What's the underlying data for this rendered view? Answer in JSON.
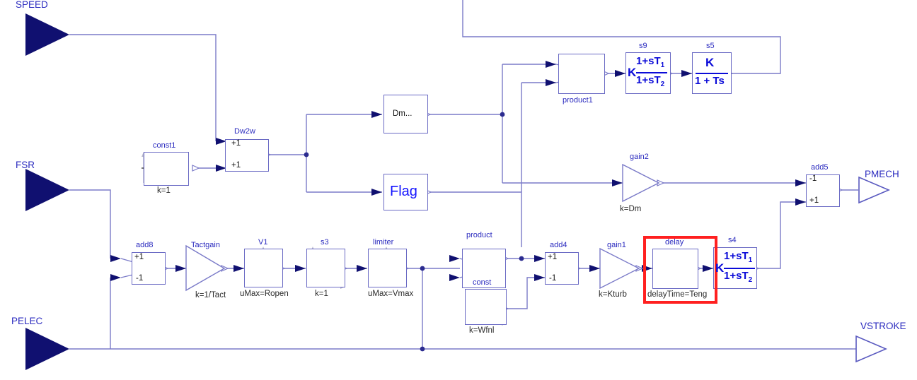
{
  "diagram": {
    "title": "GE gas turbine governor block diagram",
    "colors": {
      "wire": "#7a7ac8",
      "block_border": "#6a6ac4",
      "label_blue": "#2b2bbf",
      "formula_blue": "#0b0bd8",
      "port_fill": "#101070",
      "highlight_red": "#ff2020"
    }
  },
  "inputs": [
    {
      "name": "SPEED",
      "label": "SPEED"
    },
    {
      "name": "FSR",
      "label": "FSR"
    },
    {
      "name": "PELEC",
      "label": "PELEC"
    }
  ],
  "outputs": [
    {
      "name": "PMECH",
      "label": "PMECH"
    },
    {
      "name": "VSTROKE",
      "label": "VSTROKE"
    }
  ],
  "blocks": {
    "const1": {
      "label": "const1",
      "param": "k=1",
      "icon": "constant-icon"
    },
    "dw2w": {
      "label": "Dw2w",
      "sign_top": "+1",
      "sign_bottom": "+1",
      "icon": "add-icon"
    },
    "dm": {
      "label": "Dm...",
      "icon": "subsystem-icon"
    },
    "flag": {
      "label": "Flag",
      "icon": "subsystem-icon"
    },
    "product1": {
      "label": "product1",
      "icon": "multiply-icon"
    },
    "s9": {
      "label": "s9",
      "gain": "K",
      "num": "1+sT",
      "num_sub": "1",
      "den": "1+sT",
      "den_sub": "2",
      "icon": "lead-lag-icon"
    },
    "s5": {
      "label": "s5",
      "num": "K",
      "den": "1 + Ts",
      "icon": "first-order-icon"
    },
    "gain2": {
      "label": "gain2",
      "param": "k=Dm",
      "icon": "gain-triangle-icon"
    },
    "add5": {
      "label": "add5",
      "sign_top": "-1",
      "sign_bottom": "+1",
      "icon": "add-icon"
    },
    "add8": {
      "label": "add8",
      "sign_top": "+1",
      "sign_bottom": "-1",
      "icon": "add-icon"
    },
    "tactgain": {
      "label": "Tactgain",
      "param": "k=1/Tact",
      "icon": "gain-triangle-icon"
    },
    "v1": {
      "label": "V1",
      "param": "uMax=Ropen",
      "icon": "limiter-icon"
    },
    "s3": {
      "label": "s3",
      "param": "k=1",
      "icon": "integrator-icon"
    },
    "limiter": {
      "label": "limiter",
      "param": "uMax=Vmax",
      "icon": "limiter-icon"
    },
    "product": {
      "label": "product",
      "icon": "multiply-icon"
    },
    "const": {
      "label": "const",
      "param": "k=Wfnl",
      "icon": "constant-icon"
    },
    "add4": {
      "label": "add4",
      "sign_top": "+1",
      "sign_bottom": "-1",
      "icon": "add-icon"
    },
    "gain1": {
      "label": "gain1",
      "param": "k=Kturb",
      "icon": "gain-triangle-icon"
    },
    "delay": {
      "label": "delay",
      "param": "delayTime=Teng",
      "icon": "delay-wave-icon",
      "highlighted": true
    },
    "s4": {
      "label": "s4",
      "gain": "K",
      "num": "1+sT",
      "num_sub": "1",
      "den": "1+sT",
      "den_sub": "2",
      "icon": "lead-lag-icon"
    }
  }
}
